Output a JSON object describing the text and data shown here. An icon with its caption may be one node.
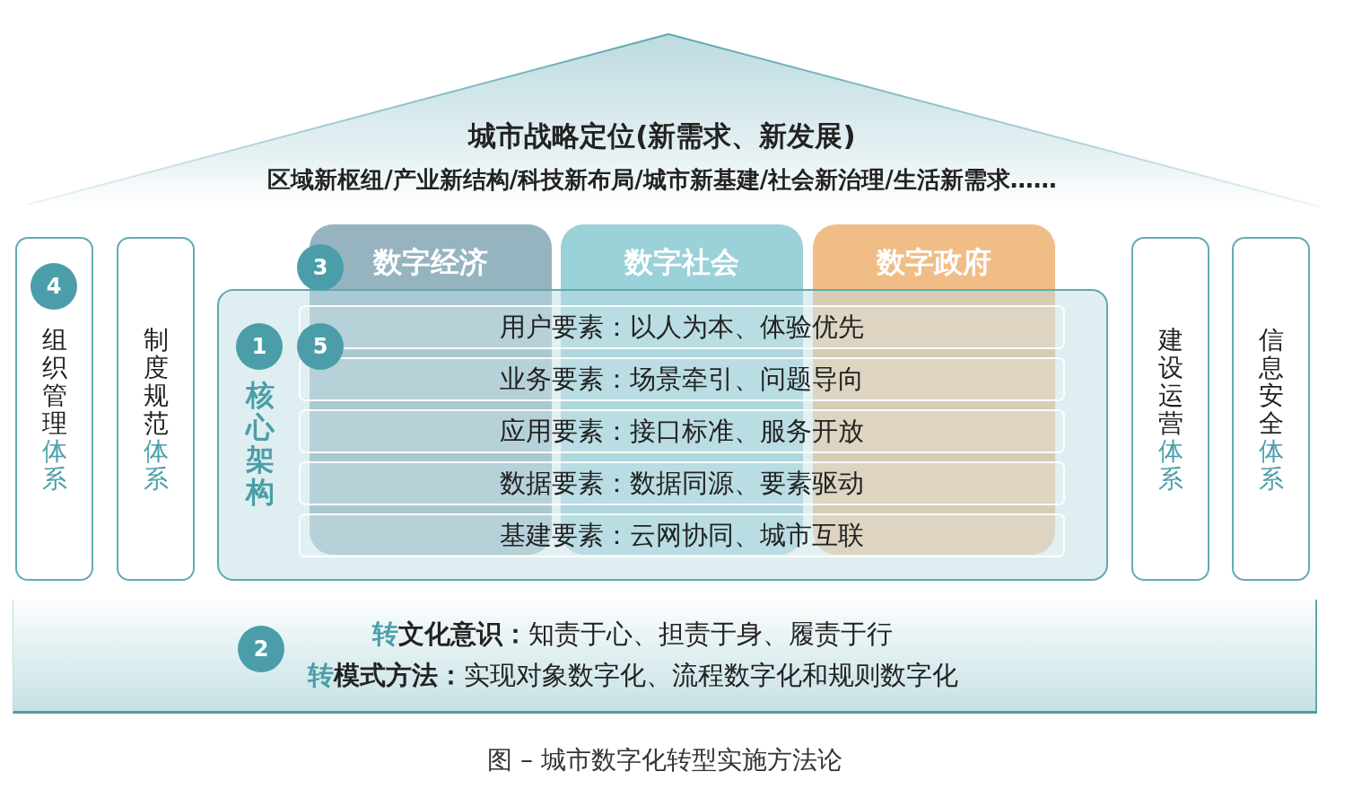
{
  "diagram": {
    "caption": "图 – 城市数字化转型实施方法论",
    "nodes": [
      {
        "text": [
          "城市战略定位(新需求、新发展)",
          "区域新枢纽/产业新结构/科技新布局/城市新基建/社会新治理/生活新需求……"
        ]
      },
      {
        "text": [
          "组织管理",
          "体系"
        ]
      },
      {
        "text": [
          "4"
        ],
        "in": 1
      },
      {
        "text": [
          "制度规范",
          "体系"
        ]
      },
      {
        "text": [
          "数字经济"
        ]
      },
      {
        "text": [
          "3"
        ]
      },
      {
        "text": [
          "数字社会"
        ]
      },
      {
        "text": [
          "数字政府"
        ]
      },
      {
        "text": [
          "核心架构"
        ]
      },
      {
        "text": [
          "1"
        ],
        "in": 8
      },
      {
        "text": [
          "5"
        ],
        "in": 8
      },
      {
        "text": [
          "用户要素：以人为本、体验优先"
        ],
        "in": 8
      },
      {
        "text": [
          "业务要素：场景牵引、问题导向"
        ],
        "in": 8
      },
      {
        "text": [
          "应用要素：接口标准、服务开放"
        ],
        "in": 8
      },
      {
        "text": [
          "数据要素：数据同源、要素驱动"
        ],
        "in": 8
      },
      {
        "text": [
          "基建要素：云网协同、城市互联"
        ],
        "in": 8
      },
      {
        "text": [
          "建设运营",
          "体系"
        ]
      },
      {
        "text": [
          "信息安全",
          "体系"
        ]
      },
      {
        "text": [
          "**转文化意识：**知责于心、担责于身、履责于行",
          "**转模式方法：**实现对象数字化、流程数字化和规则数字化"
        ]
      },
      {
        "text": [
          "2"
        ],
        "in": 18
      }
    ]
  }
}
